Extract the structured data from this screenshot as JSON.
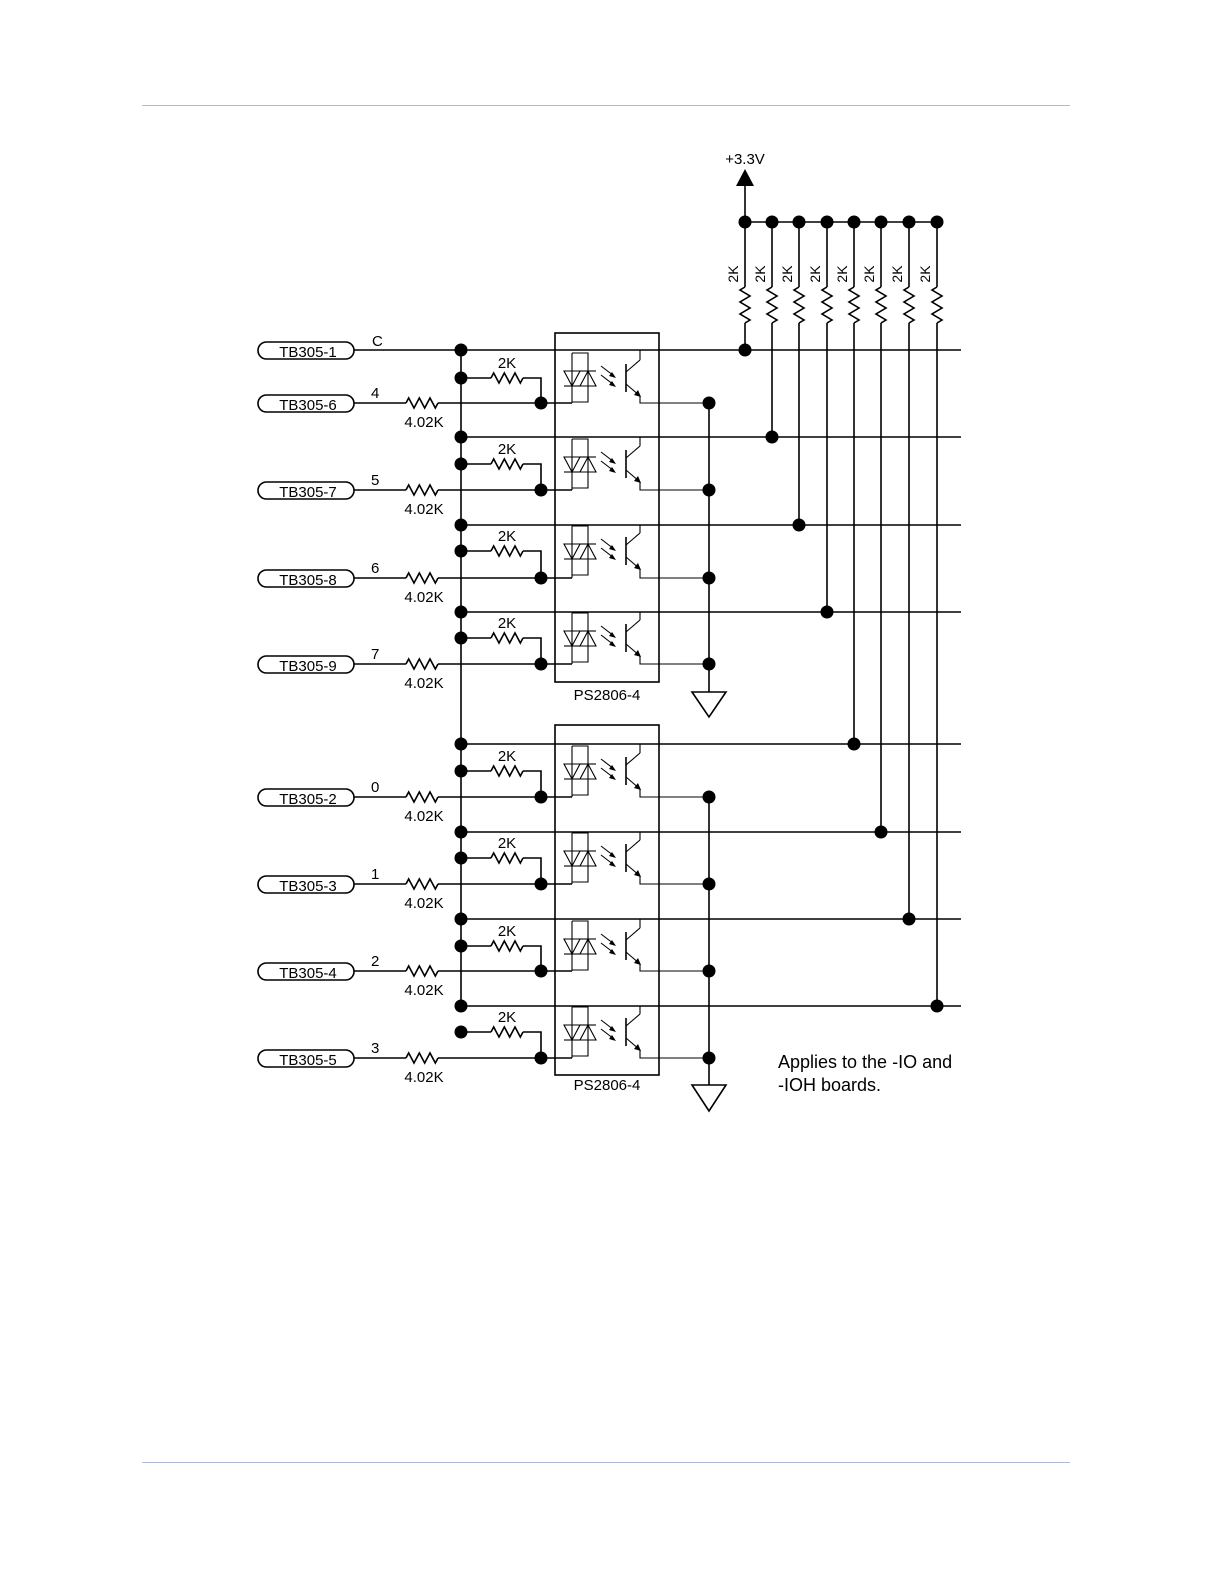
{
  "supply": {
    "label": "+3.3V"
  },
  "pullup_label": "2K",
  "input_resistor_label": "4.02K",
  "led_resistor_label": "2K",
  "common": {
    "terminal": "TB305-1",
    "signal": "C"
  },
  "ics": [
    {
      "label": "PS2806-4"
    },
    {
      "label": "PS2806-4"
    }
  ],
  "inputs": [
    {
      "terminal": "TB305-6",
      "signal": "4"
    },
    {
      "terminal": "TB305-7",
      "signal": "5"
    },
    {
      "terminal": "TB305-8",
      "signal": "6"
    },
    {
      "terminal": "TB305-9",
      "signal": "7"
    },
    {
      "terminal": "TB305-2",
      "signal": "0"
    },
    {
      "terminal": "TB305-3",
      "signal": "1"
    },
    {
      "terminal": "TB305-4",
      "signal": "2"
    },
    {
      "terminal": "TB305-5",
      "signal": "3"
    }
  ],
  "note": {
    "line1": "Applies to the -IO and",
    "line2": "-IOH boards."
  }
}
